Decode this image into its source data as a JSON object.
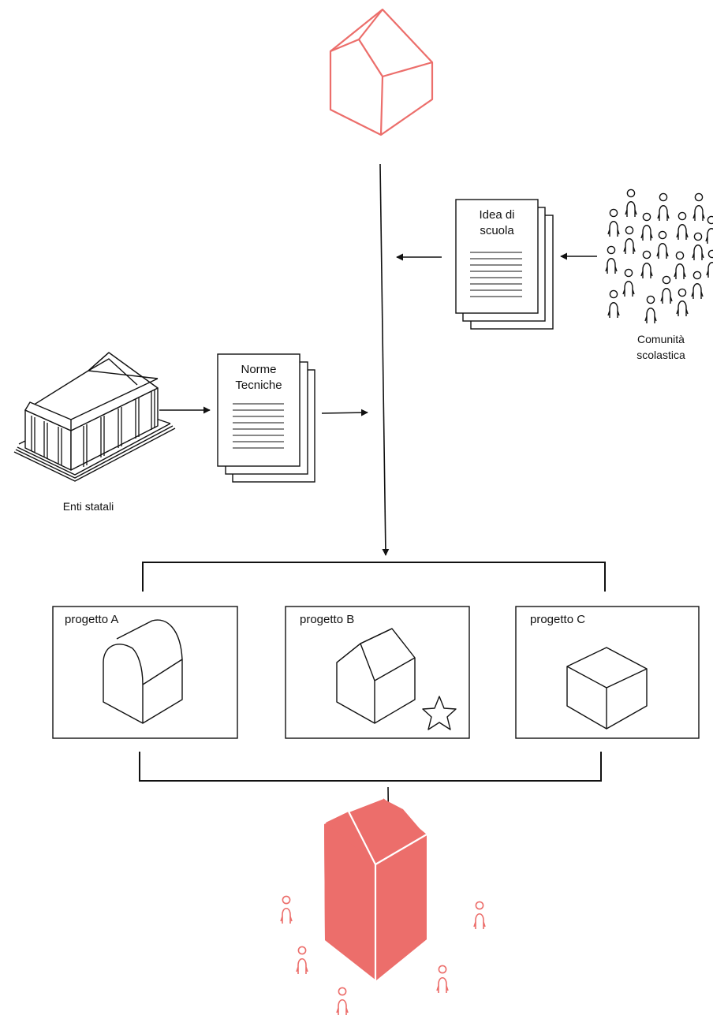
{
  "colors": {
    "accent": "#ec6e6b",
    "ink": "#111111",
    "paper": "#ffffff"
  },
  "sources": {
    "state": {
      "label": "Enti statali",
      "icon": "classical-building-icon"
    },
    "community": {
      "label_line1": "Comunità",
      "label_line2": "scolastica",
      "icon": "people-crowd-icon"
    }
  },
  "documents": {
    "norme": {
      "title_line1": "Norme",
      "title_line2": "Tecniche",
      "icon": "document-stack-icon"
    },
    "idea": {
      "title_line1": "Idea di",
      "title_line2": "scuola",
      "icon": "document-stack-icon"
    }
  },
  "projects": [
    {
      "label": "progetto A",
      "icon": "vaulted-house-icon"
    },
    {
      "label": "progetto B",
      "icon": "gabled-house-icon",
      "marker": "star-icon"
    },
    {
      "label": "progetto C",
      "icon": "cube-icon"
    }
  ],
  "icons": {
    "top": "outline-house-icon",
    "result": "filled-house-icon",
    "users": "person-icon"
  }
}
